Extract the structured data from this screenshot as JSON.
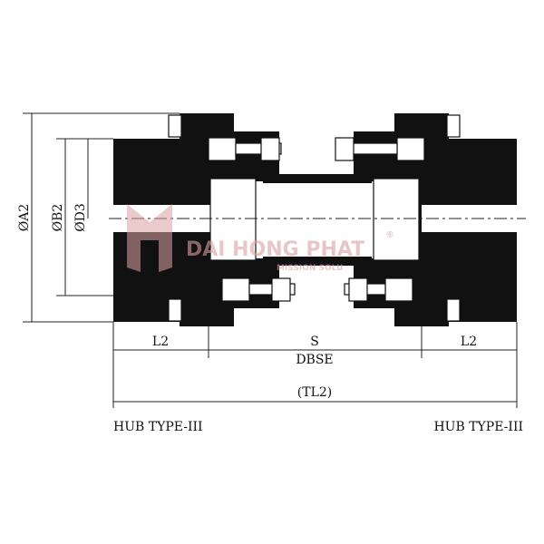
{
  "dimensions": {
    "a2": "ØA2",
    "b2": "ØB2",
    "d3": "ØD3",
    "l2_left": "L2",
    "s": "S",
    "l2_right": "L2",
    "dbse": "DBSE",
    "tl2": "(TL2)"
  },
  "labels": {
    "hub_left": "HUB TYPE-III",
    "hub_right": "HUB TYPE-III"
  },
  "watermark": {
    "brand": "DAI HONG PHAT",
    "registered": "®",
    "tagline": "MISSION SOLU"
  },
  "colors": {
    "ink": "#111111",
    "watermark": "#d9a0a0"
  }
}
